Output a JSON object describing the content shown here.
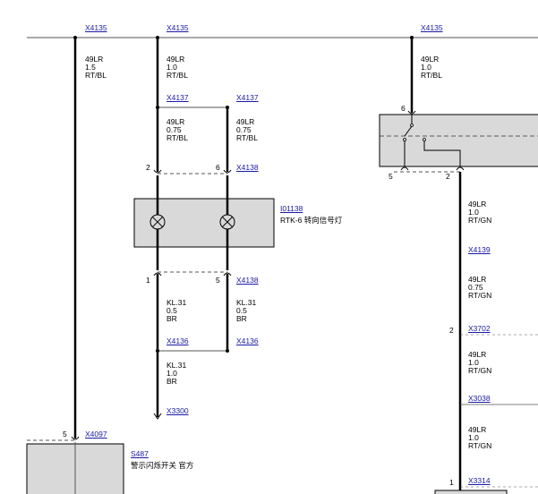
{
  "connectors": {
    "x4135_a": "X4135",
    "x4135_b": "X4135",
    "x4135_c": "X4135",
    "x4137_a": "X4137",
    "x4137_b": "X4137",
    "x4138_top": "X4138",
    "x4138_bot": "X4138",
    "x4136_a": "X4136",
    "x4136_b": "X4136",
    "x3300": "X3300",
    "x4097": "X4097",
    "x4139": "X4139",
    "x3702": "X3702",
    "x3038": "X3038",
    "x3314": "X3314"
  },
  "wires": {
    "w1": {
      "name": "49LR",
      "size": "1.5",
      "color": "RT/BL"
    },
    "w2": {
      "name": "49LR",
      "size": "1.0",
      "color": "RT/BL"
    },
    "w3": {
      "name": "49LR",
      "size": "1.0",
      "color": "RT/BL"
    },
    "w4": {
      "name": "49LR",
      "size": "0.75",
      "color": "RT/BL"
    },
    "w5": {
      "name": "49LR",
      "size": "0.75",
      "color": "RT/BL"
    },
    "w6": {
      "name": "KL.31",
      "size": "0.5",
      "color": "BR"
    },
    "w7": {
      "name": "KL.31",
      "size": "0.5",
      "color": "BR"
    },
    "w8": {
      "name": "KL.31",
      "size": "1.0",
      "color": "BR"
    },
    "w9": {
      "name": "49LR",
      "size": "1.0",
      "color": "RT/GN"
    },
    "w10": {
      "name": "49LR",
      "size": "0.75",
      "color": "RT/GN"
    },
    "w11": {
      "name": "49LR",
      "size": "1.0",
      "color": "RT/GN"
    },
    "w12": {
      "name": "49LR",
      "size": "1.0",
      "color": "RT/GN"
    }
  },
  "pins": {
    "p_lamp_2": "2",
    "p_lamp_6": "6",
    "p_lamp_1": "1",
    "p_lamp_5": "5",
    "p_sw_6": "6",
    "p_sw_5": "5",
    "p_sw_2": "2",
    "p_x3702_2": "2",
    "p_x4097_5": "5",
    "p_x3314_1": "1"
  },
  "components": {
    "lamp": {
      "id": "I01138",
      "label": "RTK-6 转向信号灯"
    },
    "hazard": {
      "id": "S487",
      "label": "警示闪烁开关 官方"
    }
  },
  "colors": {
    "wire": "#000000",
    "box_fill": "#d9d9d9",
    "link": "#1a1aa6"
  }
}
